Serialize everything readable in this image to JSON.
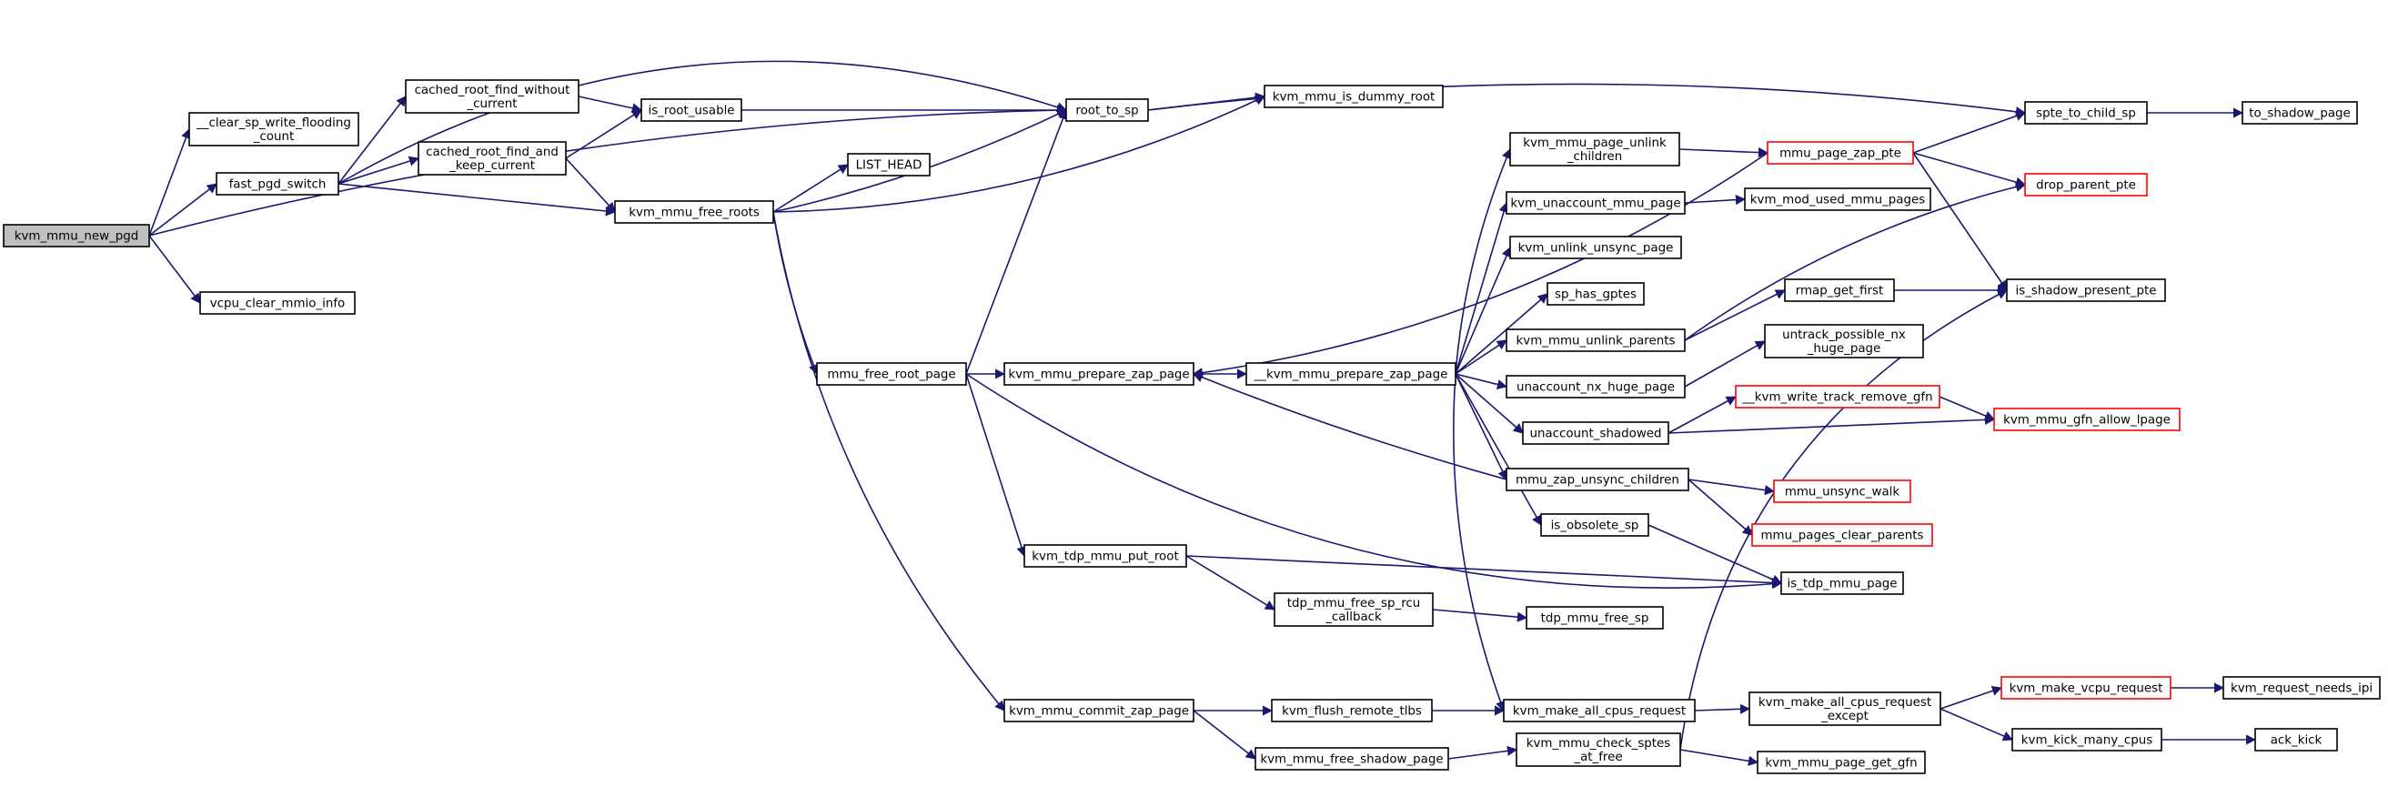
{
  "diagram": {
    "colors": {
      "edge": "#191970",
      "node_border": "#000000",
      "truncated_border": "#ff0000",
      "root_fill": "#bfbfbf",
      "node_fill": "#ffffff"
    },
    "nodes": [
      {
        "id": "kvm_mmu_new_pgd",
        "lines": [
          "kvm_mmu_new_pgd"
        ],
        "root": true
      },
      {
        "id": "clear_sp",
        "lines": [
          "__clear_sp_write_flooding",
          "_count"
        ]
      },
      {
        "id": "fast_pgd_switch",
        "lines": [
          "fast_pgd_switch"
        ]
      },
      {
        "id": "vcpu_clear_mmio_info",
        "lines": [
          "vcpu_clear_mmio_info"
        ]
      },
      {
        "id": "cached_root_find_without",
        "lines": [
          "cached_root_find_without",
          "_current"
        ]
      },
      {
        "id": "cached_root_find_and",
        "lines": [
          "cached_root_find_and",
          "_keep_current"
        ]
      },
      {
        "id": "is_root_usable",
        "lines": [
          "is_root_usable"
        ]
      },
      {
        "id": "kvm_mmu_free_roots",
        "lines": [
          "kvm_mmu_free_roots"
        ]
      },
      {
        "id": "LIST_HEAD",
        "lines": [
          "LIST_HEAD"
        ]
      },
      {
        "id": "root_to_sp",
        "lines": [
          "root_to_sp"
        ]
      },
      {
        "id": "kvm_mmu_is_dummy_root",
        "lines": [
          "kvm_mmu_is_dummy_root"
        ]
      },
      {
        "id": "mmu_free_root_page",
        "lines": [
          "mmu_free_root_page"
        ]
      },
      {
        "id": "kvm_mmu_prepare_zap_page",
        "lines": [
          "kvm_mmu_prepare_zap_page"
        ]
      },
      {
        "id": "__kvm_mmu_prepare_zap_page",
        "lines": [
          "__kvm_mmu_prepare_zap_page"
        ]
      },
      {
        "id": "kvm_tdp_mmu_put_root",
        "lines": [
          "kvm_tdp_mmu_put_root"
        ]
      },
      {
        "id": "tdp_mmu_free_sp_rcu",
        "lines": [
          "tdp_mmu_free_sp_rcu",
          "_callback"
        ]
      },
      {
        "id": "tdp_mmu_free_sp",
        "lines": [
          "tdp_mmu_free_sp"
        ]
      },
      {
        "id": "kvm_mmu_commit_zap_page",
        "lines": [
          "kvm_mmu_commit_zap_page"
        ]
      },
      {
        "id": "kvm_flush_remote_tlbs",
        "lines": [
          "kvm_flush_remote_tlbs"
        ]
      },
      {
        "id": "kvm_mmu_free_shadow_page",
        "lines": [
          "kvm_mmu_free_shadow_page"
        ]
      },
      {
        "id": "kvm_mmu_page_unlink",
        "lines": [
          "kvm_mmu_page_unlink",
          "_children"
        ]
      },
      {
        "id": "kvm_unaccount_mmu_page",
        "lines": [
          "kvm_unaccount_mmu_page"
        ]
      },
      {
        "id": "kvm_unlink_unsync_page",
        "lines": [
          "kvm_unlink_unsync_page"
        ]
      },
      {
        "id": "sp_has_gptes",
        "lines": [
          "sp_has_gptes"
        ]
      },
      {
        "id": "kvm_mmu_unlink_parents",
        "lines": [
          "kvm_mmu_unlink_parents"
        ]
      },
      {
        "id": "unaccount_nx_huge_page",
        "lines": [
          "unaccount_nx_huge_page"
        ]
      },
      {
        "id": "unaccount_shadowed",
        "lines": [
          "unaccount_shadowed"
        ]
      },
      {
        "id": "mmu_zap_unsync_children",
        "lines": [
          "mmu_zap_unsync_children"
        ]
      },
      {
        "id": "is_obsolete_sp",
        "lines": [
          "is_obsolete_sp"
        ]
      },
      {
        "id": "kvm_make_all_cpus_request",
        "lines": [
          "kvm_make_all_cpus_request"
        ]
      },
      {
        "id": "kvm_mmu_check_sptes",
        "lines": [
          "kvm_mmu_check_sptes",
          "_at_free"
        ]
      },
      {
        "id": "mmu_page_zap_pte",
        "lines": [
          "mmu_page_zap_pte"
        ],
        "truncated": true
      },
      {
        "id": "kvm_mod_used_mmu_pages",
        "lines": [
          "kvm_mod_used_mmu_pages"
        ]
      },
      {
        "id": "rmap_get_first",
        "lines": [
          "rmap_get_first"
        ]
      },
      {
        "id": "untrack_possible_nx",
        "lines": [
          "untrack_possible_nx",
          "_huge_page"
        ]
      },
      {
        "id": "__kvm_write_track",
        "lines": [
          "__kvm_write_track_remove_gfn"
        ],
        "truncated": true
      },
      {
        "id": "mmu_unsync_walk",
        "lines": [
          "mmu_unsync_walk"
        ],
        "truncated": true
      },
      {
        "id": "mmu_pages_clear_parents",
        "lines": [
          "mmu_pages_clear_parents"
        ],
        "truncated": true
      },
      {
        "id": "is_tdp_mmu_page",
        "lines": [
          "is_tdp_mmu_page"
        ]
      },
      {
        "id": "kvm_make_all_cpus_except",
        "lines": [
          "kvm_make_all_cpus_request",
          "_except"
        ]
      },
      {
        "id": "kvm_mmu_page_get_gfn",
        "lines": [
          "kvm_mmu_page_get_gfn"
        ]
      },
      {
        "id": "spte_to_child_sp",
        "lines": [
          "spte_to_child_sp"
        ]
      },
      {
        "id": "drop_parent_pte",
        "lines": [
          "drop_parent_pte"
        ],
        "truncated": true
      },
      {
        "id": "is_shadow_present_pte",
        "lines": [
          "is_shadow_present_pte"
        ]
      },
      {
        "id": "kvm_mmu_gfn_allow_lpage",
        "lines": [
          "kvm_mmu_gfn_allow_lpage"
        ],
        "truncated": true
      },
      {
        "id": "kvm_make_vcpu_request",
        "lines": [
          "kvm_make_vcpu_request"
        ],
        "truncated": true
      },
      {
        "id": "kvm_kick_many_cpus",
        "lines": [
          "kvm_kick_many_cpus"
        ]
      },
      {
        "id": "to_shadow_page",
        "lines": [
          "to_shadow_page"
        ]
      },
      {
        "id": "kvm_request_needs_ipi",
        "lines": [
          "kvm_request_needs_ipi"
        ]
      },
      {
        "id": "ack_kick",
        "lines": [
          "ack_kick"
        ]
      }
    ],
    "edges": [
      [
        "kvm_mmu_new_pgd",
        "clear_sp"
      ],
      [
        "kvm_mmu_new_pgd",
        "fast_pgd_switch"
      ],
      [
        "kvm_mmu_new_pgd",
        "root_to_sp"
      ],
      [
        "kvm_mmu_new_pgd",
        "vcpu_clear_mmio_info"
      ],
      [
        "fast_pgd_switch",
        "cached_root_find_without"
      ],
      [
        "fast_pgd_switch",
        "cached_root_find_and"
      ],
      [
        "fast_pgd_switch",
        "kvm_mmu_free_roots"
      ],
      [
        "fast_pgd_switch",
        "root_to_sp"
      ],
      [
        "cached_root_find_without",
        "is_root_usable"
      ],
      [
        "cached_root_find_and",
        "is_root_usable"
      ],
      [
        "cached_root_find_and",
        "kvm_mmu_free_roots"
      ],
      [
        "is_root_usable",
        "root_to_sp"
      ],
      [
        "kvm_mmu_free_roots",
        "LIST_HEAD"
      ],
      [
        "kvm_mmu_free_roots",
        "root_to_sp"
      ],
      [
        "kvm_mmu_free_roots",
        "kvm_mmu_is_dummy_root"
      ],
      [
        "kvm_mmu_free_roots",
        "mmu_free_root_page"
      ],
      [
        "kvm_mmu_free_roots",
        "kvm_mmu_commit_zap_page"
      ],
      [
        "root_to_sp",
        "kvm_mmu_is_dummy_root"
      ],
      [
        "root_to_sp",
        "spte_to_child_sp"
      ],
      [
        "mmu_free_root_page",
        "root_to_sp"
      ],
      [
        "mmu_free_root_page",
        "kvm_mmu_prepare_zap_page"
      ],
      [
        "mmu_free_root_page",
        "kvm_tdp_mmu_put_root"
      ],
      [
        "mmu_free_root_page",
        "is_tdp_mmu_page"
      ],
      [
        "kvm_mmu_prepare_zap_page",
        "__kvm_mmu_prepare_zap_page"
      ],
      [
        "__kvm_mmu_prepare_zap_page",
        "kvm_mmu_page_unlink"
      ],
      [
        "__kvm_mmu_prepare_zap_page",
        "kvm_unaccount_mmu_page"
      ],
      [
        "__kvm_mmu_prepare_zap_page",
        "kvm_unlink_unsync_page"
      ],
      [
        "__kvm_mmu_prepare_zap_page",
        "sp_has_gptes"
      ],
      [
        "__kvm_mmu_prepare_zap_page",
        "kvm_mmu_unlink_parents"
      ],
      [
        "__kvm_mmu_prepare_zap_page",
        "unaccount_nx_huge_page"
      ],
      [
        "__kvm_mmu_prepare_zap_page",
        "unaccount_shadowed"
      ],
      [
        "__kvm_mmu_prepare_zap_page",
        "mmu_zap_unsync_children"
      ],
      [
        "__kvm_mmu_prepare_zap_page",
        "is_obsolete_sp"
      ],
      [
        "__kvm_mmu_prepare_zap_page",
        "kvm_make_all_cpus_request"
      ],
      [
        "kvm_tdp_mmu_put_root",
        "tdp_mmu_free_sp_rcu"
      ],
      [
        "kvm_tdp_mmu_put_root",
        "is_tdp_mmu_page"
      ],
      [
        "tdp_mmu_free_sp_rcu",
        "tdp_mmu_free_sp"
      ],
      [
        "kvm_mmu_commit_zap_page",
        "kvm_flush_remote_tlbs"
      ],
      [
        "kvm_mmu_commit_zap_page",
        "kvm_mmu_free_shadow_page"
      ],
      [
        "kvm_flush_remote_tlbs",
        "kvm_make_all_cpus_request"
      ],
      [
        "kvm_mmu_free_shadow_page",
        "kvm_mmu_check_sptes"
      ],
      [
        "kvm_mmu_page_unlink",
        "mmu_page_zap_pte"
      ],
      [
        "kvm_unaccount_mmu_page",
        "kvm_mod_used_mmu_pages"
      ],
      [
        "kvm_mmu_unlink_parents",
        "rmap_get_first"
      ],
      [
        "kvm_mmu_unlink_parents",
        "drop_parent_pte"
      ],
      [
        "unaccount_nx_huge_page",
        "untrack_possible_nx"
      ],
      [
        "unaccount_shadowed",
        "__kvm_write_track"
      ],
      [
        "unaccount_shadowed",
        "kvm_mmu_gfn_allow_lpage"
      ],
      [
        "mmu_zap_unsync_children",
        "kvm_mmu_prepare_zap_page"
      ],
      [
        "mmu_zap_unsync_children",
        "mmu_unsync_walk"
      ],
      [
        "mmu_zap_unsync_children",
        "mmu_pages_clear_parents"
      ],
      [
        "is_obsolete_sp",
        "is_tdp_mmu_page"
      ],
      [
        "kvm_make_all_cpus_request",
        "kvm_make_all_cpus_except"
      ],
      [
        "kvm_mmu_check_sptes",
        "kvm_mmu_page_get_gfn"
      ],
      [
        "kvm_mmu_check_sptes",
        "is_shadow_present_pte"
      ],
      [
        "mmu_page_zap_pte",
        "kvm_mmu_prepare_zap_page"
      ],
      [
        "mmu_page_zap_pte",
        "spte_to_child_sp"
      ],
      [
        "mmu_page_zap_pte",
        "drop_parent_pte"
      ],
      [
        "mmu_page_zap_pte",
        "is_shadow_present_pte"
      ],
      [
        "rmap_get_first",
        "is_shadow_present_pte"
      ],
      [
        "__kvm_write_track",
        "kvm_mmu_gfn_allow_lpage"
      ],
      [
        "kvm_make_all_cpus_except",
        "kvm_make_vcpu_request"
      ],
      [
        "kvm_make_all_cpus_except",
        "kvm_kick_many_cpus"
      ],
      [
        "spte_to_child_sp",
        "to_shadow_page"
      ],
      [
        "kvm_make_vcpu_request",
        "kvm_request_needs_ipi"
      ],
      [
        "kvm_kick_many_cpus",
        "ack_kick"
      ]
    ]
  }
}
